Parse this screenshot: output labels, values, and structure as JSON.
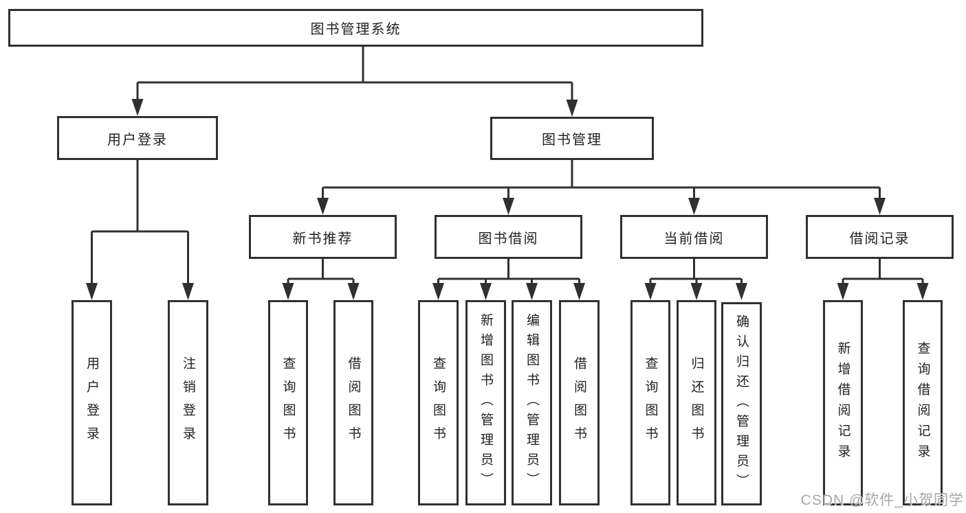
{
  "diagram_title": "图书管理系统",
  "colors": {
    "line": "#303030",
    "text": "#222222",
    "box_background": "#ffffff",
    "page_background": "#ffffff",
    "watermark": "#a6a6a6"
  },
  "tree": {
    "root": {
      "label": "图书管理系统"
    },
    "branches": [
      {
        "label": "用户登录",
        "children": [
          {
            "label": "用户登录"
          },
          {
            "label": "注销登录"
          }
        ]
      },
      {
        "label": "图书管理",
        "children": [
          {
            "label": "新书推荐",
            "children": [
              {
                "label": "查询图书"
              },
              {
                "label": "借阅图书"
              }
            ]
          },
          {
            "label": "图书借阅",
            "children": [
              {
                "label": "查询图书"
              },
              {
                "label": "新增图书（管理员）"
              },
              {
                "label": "编辑图书（管理员）"
              },
              {
                "label": "借阅图书"
              }
            ]
          },
          {
            "label": "当前借阅",
            "children": [
              {
                "label": "查询图书"
              },
              {
                "label": "归还图书"
              },
              {
                "label": "确认归还（管理员）"
              }
            ]
          },
          {
            "label": "借阅记录",
            "children": [
              {
                "label": "新增借阅记录"
              },
              {
                "label": "查询借阅记录"
              }
            ]
          }
        ]
      }
    ]
  },
  "watermark": {
    "text": "CSDN @软件_小贺同学"
  }
}
